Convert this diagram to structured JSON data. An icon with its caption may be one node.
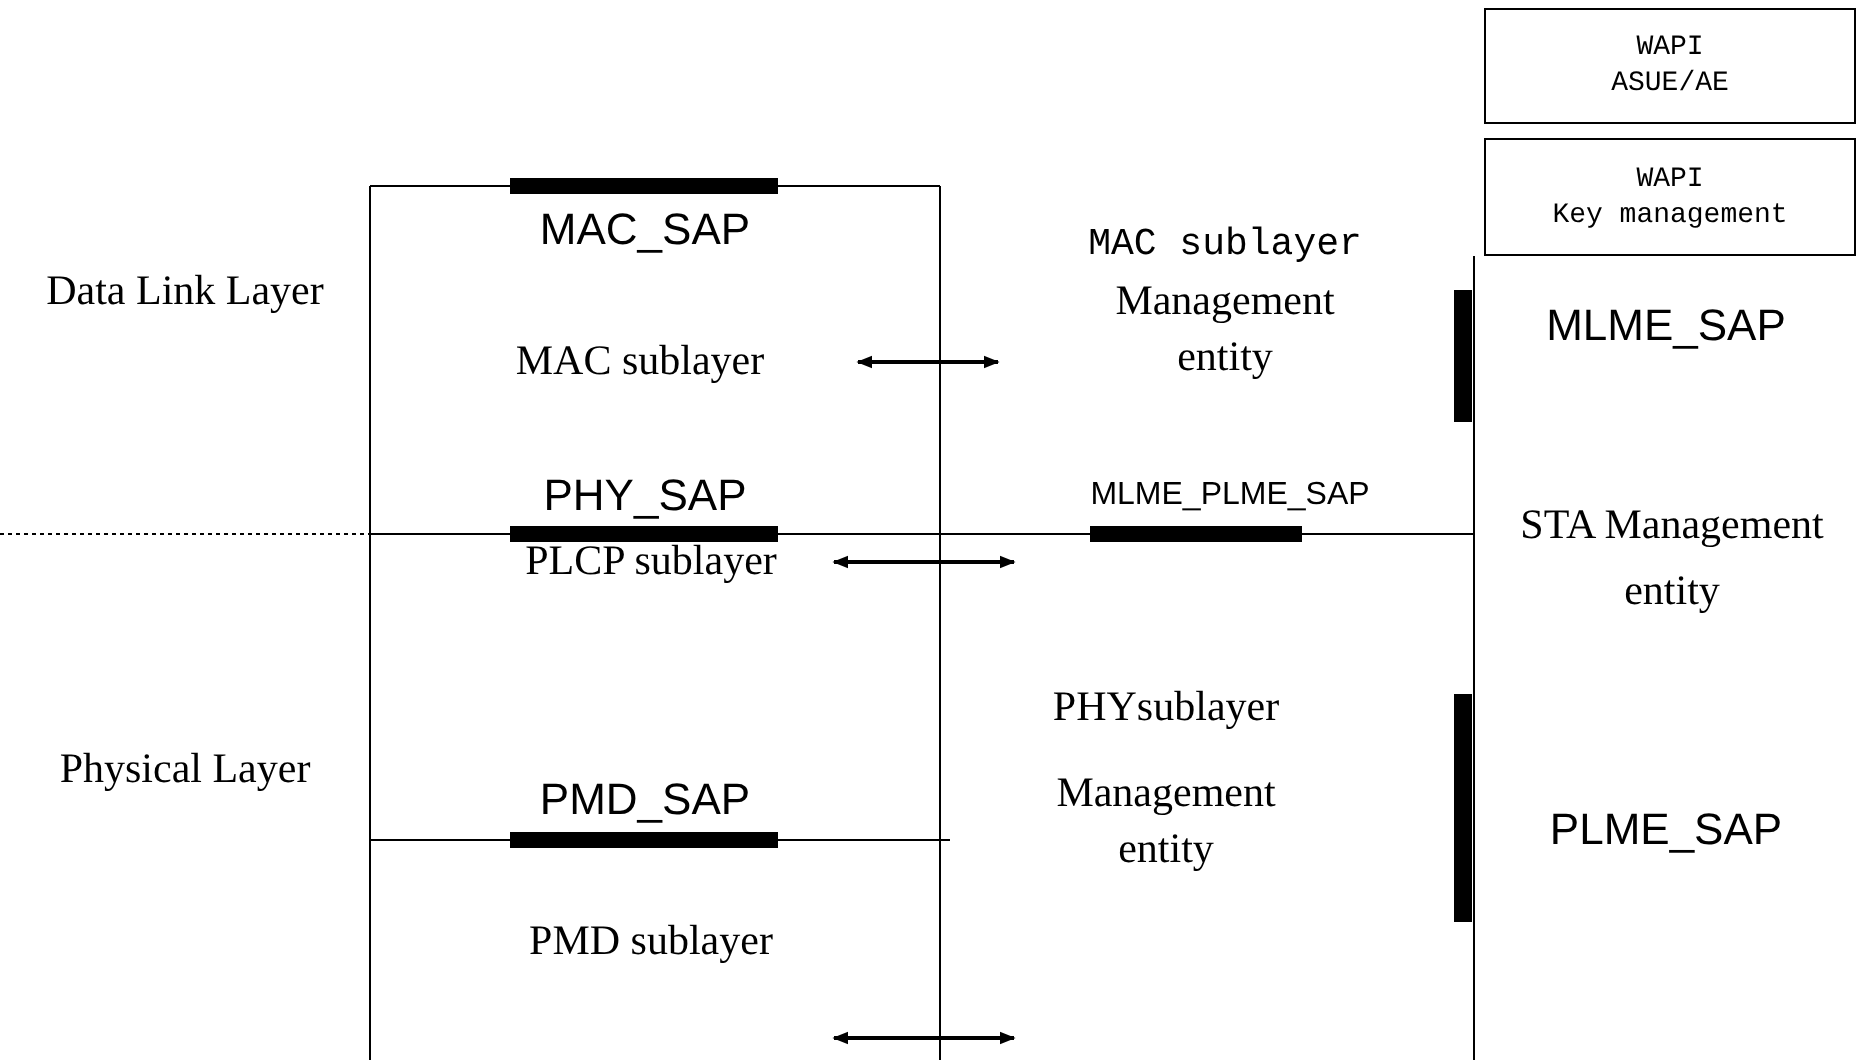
{
  "diagram": {
    "nodes": [
      {
        "text": [
          "WAPI",
          "ASUE/AE"
        ]
      },
      {
        "text": [
          "WAPI",
          "Key management"
        ]
      },
      {
        "text": [
          "MAC sublayer"
        ]
      },
      {
        "text": [
          "MAC sublayer",
          "Management entity"
        ]
      },
      {
        "text": [
          "PLCP sublayer"
        ]
      },
      {
        "text": [
          "PHYsublayer",
          "Management entity"
        ]
      },
      {
        "text": [
          "PMD sublayer"
        ]
      }
    ],
    "edges": [
      {
        "from": 2,
        "to": 3,
        "arrow": "both"
      },
      {
        "from": 4,
        "to": 5,
        "arrow": "both"
      },
      {
        "from": 6,
        "to": 5,
        "arrow": "both"
      }
    ],
    "labels": [
      "Data Link Layer",
      "MAC_SAP",
      "MLME_SAP",
      "PHY_SAP",
      "MLME_PLME_SAP",
      "STA Management entity",
      "Physical Layer",
      "PMD_SAP",
      "PLME_SAP"
    ]
  }
}
